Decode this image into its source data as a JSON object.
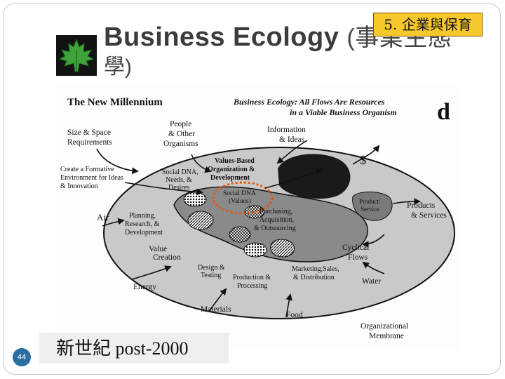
{
  "slide": {
    "title_en": "Business Ecology ",
    "title_cjk": "(事業生態",
    "title_line2": "學)",
    "section_tag": "5. 企業與保育",
    "caption": "新世紀 post-2000",
    "page_number": "44"
  },
  "figure": {
    "header_left": "The New Millennium",
    "header_right_line1": "Business Ecology: All Flows Are Resources",
    "header_right_line2": "in a Viable Business Organism",
    "corner_letter": "d",
    "outer_labels": {
      "size_space_1": "Size & Space",
      "size_space_2": "Requirements",
      "people_1": "People",
      "people_2": "& Other",
      "people_3": "Organisms",
      "information_1": "Information",
      "information_2": "& Ideas",
      "formative_1": "Create a Formative",
      "formative_2": "Environment for Ideas",
      "formative_3": "& Innovation",
      "dollar": "$",
      "products_1": "Products",
      "products_2": "& Services",
      "air": "Air",
      "cyclical_1": "Cyclical",
      "cyclical_2": "Flows",
      "energy": "Energy",
      "water": "Water",
      "materials": "Materials",
      "food": "Food",
      "membrane_1": "Organizational",
      "membrane_2": "Membrane"
    },
    "inner_labels": {
      "values_based_1": "Values-Based",
      "values_based_2": "Organization &",
      "values_based_3": "Development",
      "social_dna_1": "Social DNA,",
      "social_dna_2": "Needs, &",
      "social_dna_3": "Desires",
      "social_dna_values_1": "Social DNA",
      "social_dna_values_2": "(Values)",
      "planning_1": "Planning,",
      "planning_2": "Research, &",
      "planning_3": "Development",
      "purchasing_1": "Purchasing,",
      "purchasing_2": "Acquisition,",
      "purchasing_3": "& Outsourcing",
      "value_creation_1": "Value",
      "value_creation_2": "Creation",
      "design_1": "Design &",
      "design_2": "Testing",
      "production_1": "Production &",
      "production_2": "Processing",
      "marketing_1": "Marketing,Sales,",
      "marketing_2": "& Distribution",
      "product_service_1": "Product/",
      "product_service_2": "Service"
    },
    "highlight_color": "#e05a10"
  }
}
